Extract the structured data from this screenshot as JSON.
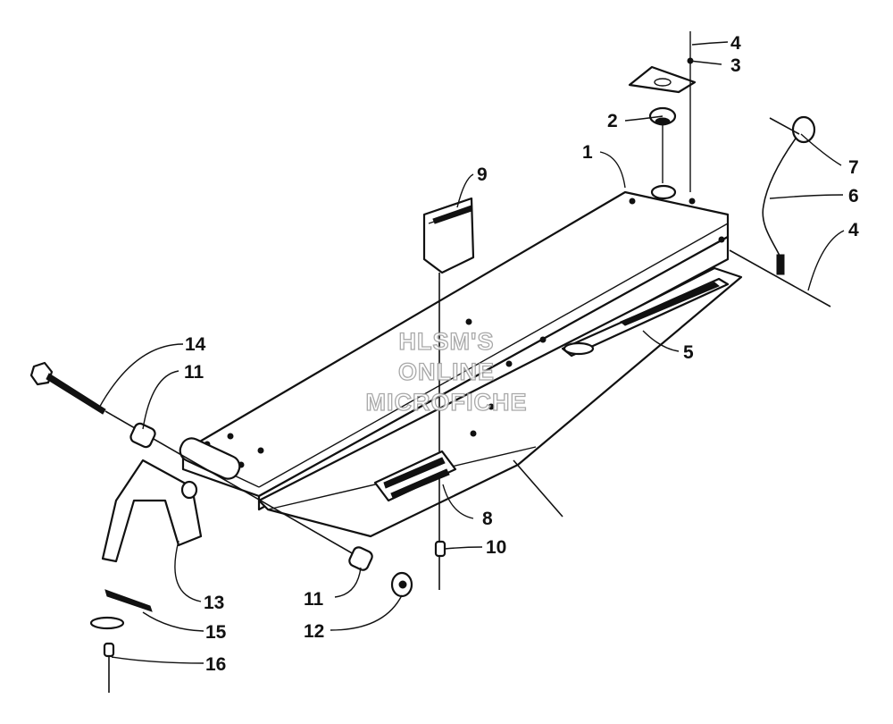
{
  "watermark": {
    "line1": "HLSM'S",
    "line2": "ONLINE",
    "line3": "MICROFICHE"
  },
  "callouts": {
    "c1": "1",
    "c2": "2",
    "c3": "3",
    "c4a": "4",
    "c4b": "4",
    "c5": "5",
    "c6": "6",
    "c7": "7",
    "c8": "8",
    "c9": "9",
    "c10": "10",
    "c11a": "11",
    "c11b": "11",
    "c12": "12",
    "c13": "13",
    "c14": "14",
    "c15": "15",
    "c16": "16"
  }
}
